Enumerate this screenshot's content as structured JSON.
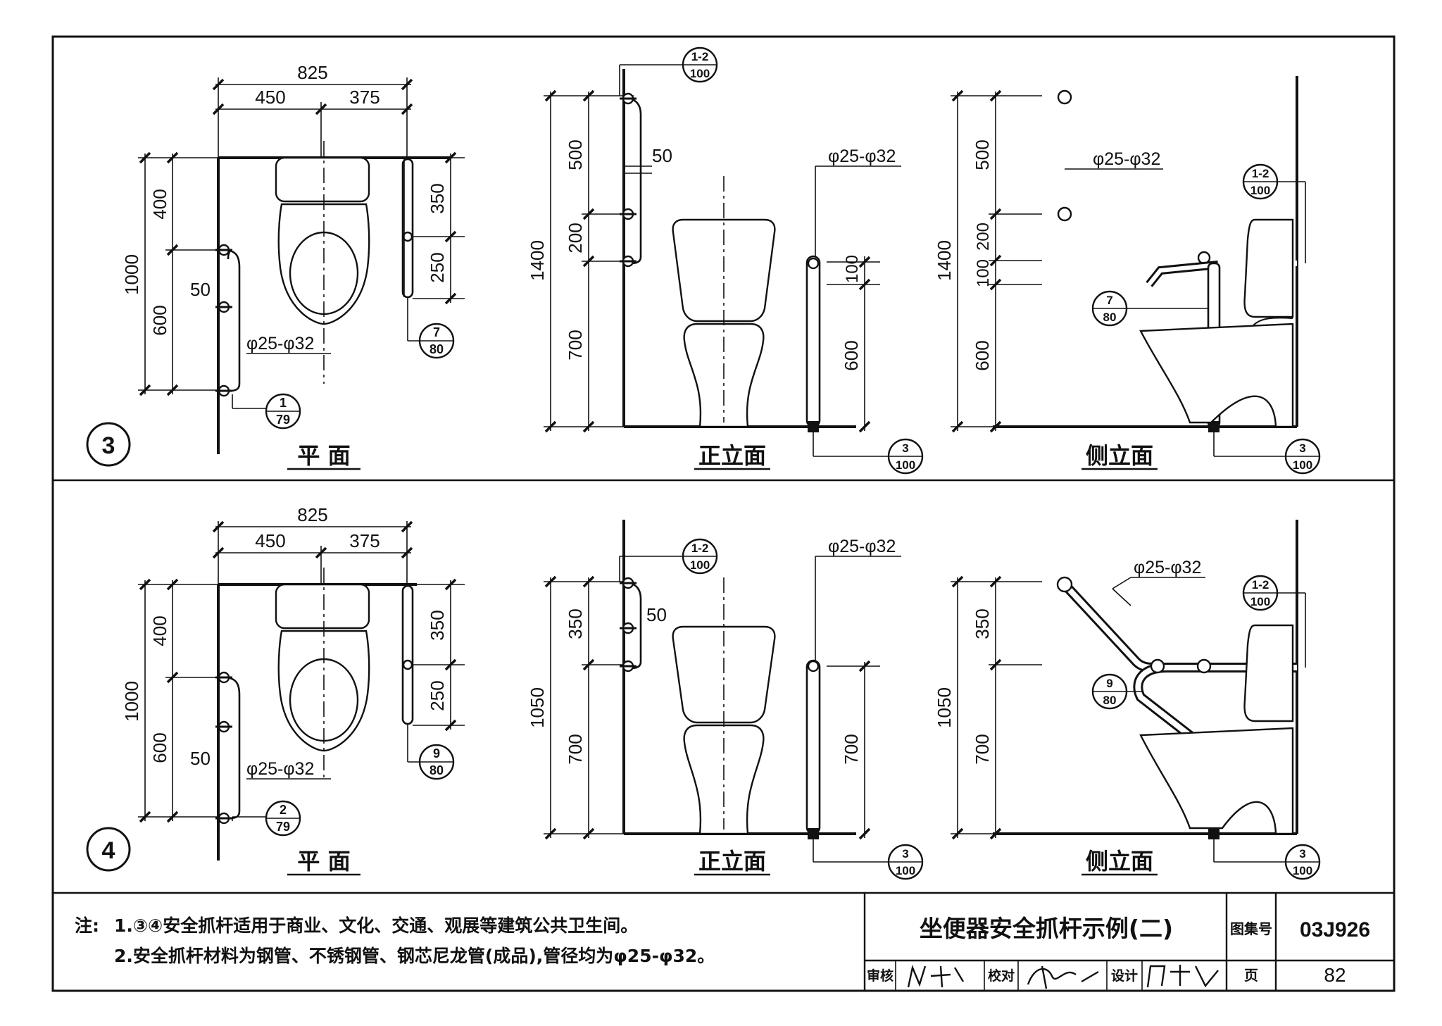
{
  "panels": [
    {
      "number": "3",
      "plan": {
        "title": "平  面",
        "dims_top": {
          "total": "825",
          "left": "450",
          "right": "375"
        },
        "dims_left": {
          "total": "1000",
          "upper": "400",
          "lower": "600"
        },
        "dims_right": {
          "upper": "350",
          "lower": "250"
        },
        "gap_label": "50",
        "pipe_spec": "φ25-φ32",
        "callout_bar": {
          "top": "1",
          "bottom": "79"
        },
        "callout_side": {
          "top": "7",
          "bottom": "80"
        }
      },
      "front": {
        "title": "正立面",
        "dims_left": {
          "total": "1400",
          "a": "500",
          "b": "200",
          "c": "700"
        },
        "gap_label": "50",
        "pipe_spec": "φ25-φ32",
        "dims_right": {
          "upper": "100",
          "lower": "600"
        },
        "callout_top": {
          "top": "1-2",
          "bottom": "100"
        },
        "callout_bottom": {
          "top": "3",
          "bottom": "100"
        }
      },
      "side": {
        "title": "侧立面",
        "dims_left": {
          "total": "1400",
          "a": "500",
          "b": "200",
          "c": "100",
          "d": "600"
        },
        "pipe_spec": "φ25-φ32",
        "callout_wall": {
          "top": "1-2",
          "bottom": "100"
        },
        "callout_bar": {
          "top": "7",
          "bottom": "80"
        },
        "callout_bottom": {
          "top": "3",
          "bottom": "100"
        }
      }
    },
    {
      "number": "4",
      "plan": {
        "title": "平  面",
        "dims_top": {
          "total": "825",
          "left": "450",
          "right": "375"
        },
        "dims_left": {
          "total": "1000",
          "upper": "400",
          "lower": "600"
        },
        "dims_right": {
          "upper": "350",
          "lower": "250"
        },
        "gap_label": "50",
        "pipe_spec": "φ25-φ32",
        "callout_bar": {
          "top": "2",
          "bottom": "79"
        },
        "callout_side": {
          "top": "9",
          "bottom": "80"
        }
      },
      "front": {
        "title": "正立面",
        "dims_left": {
          "total": "1050",
          "a": "350",
          "c": "700"
        },
        "gap_label": "50",
        "pipe_spec": "φ25-φ32",
        "dims_right": {
          "lower": "700"
        },
        "callout_top": {
          "top": "1-2",
          "bottom": "100"
        },
        "callout_bottom": {
          "top": "3",
          "bottom": "100"
        }
      },
      "side": {
        "title": "侧立面",
        "dims_left": {
          "total": "1050",
          "a": "350",
          "c": "700"
        },
        "pipe_spec": "φ25-φ32",
        "callout_wall": {
          "top": "1-2",
          "bottom": "100"
        },
        "callout_bar": {
          "top": "9",
          "bottom": "80"
        },
        "callout_bottom": {
          "top": "3",
          "bottom": "100"
        }
      }
    }
  ],
  "notes": {
    "prefix": "注:",
    "line1": "1.③④安全抓杆适用于商业、文化、交通、观展等建筑公共卫生间。",
    "line2": "2.安全抓杆材料为钢管、不锈钢管、钢芯尼龙管(成品),管径均为φ25-φ32。"
  },
  "title_block": {
    "title": "坐便器安全抓杆示例(二)",
    "atlas_label": "图集号",
    "atlas_no": "03J926",
    "review_label": "审核",
    "check_label": "校对",
    "design_label": "设计",
    "page_label": "页",
    "page_no": "82"
  }
}
